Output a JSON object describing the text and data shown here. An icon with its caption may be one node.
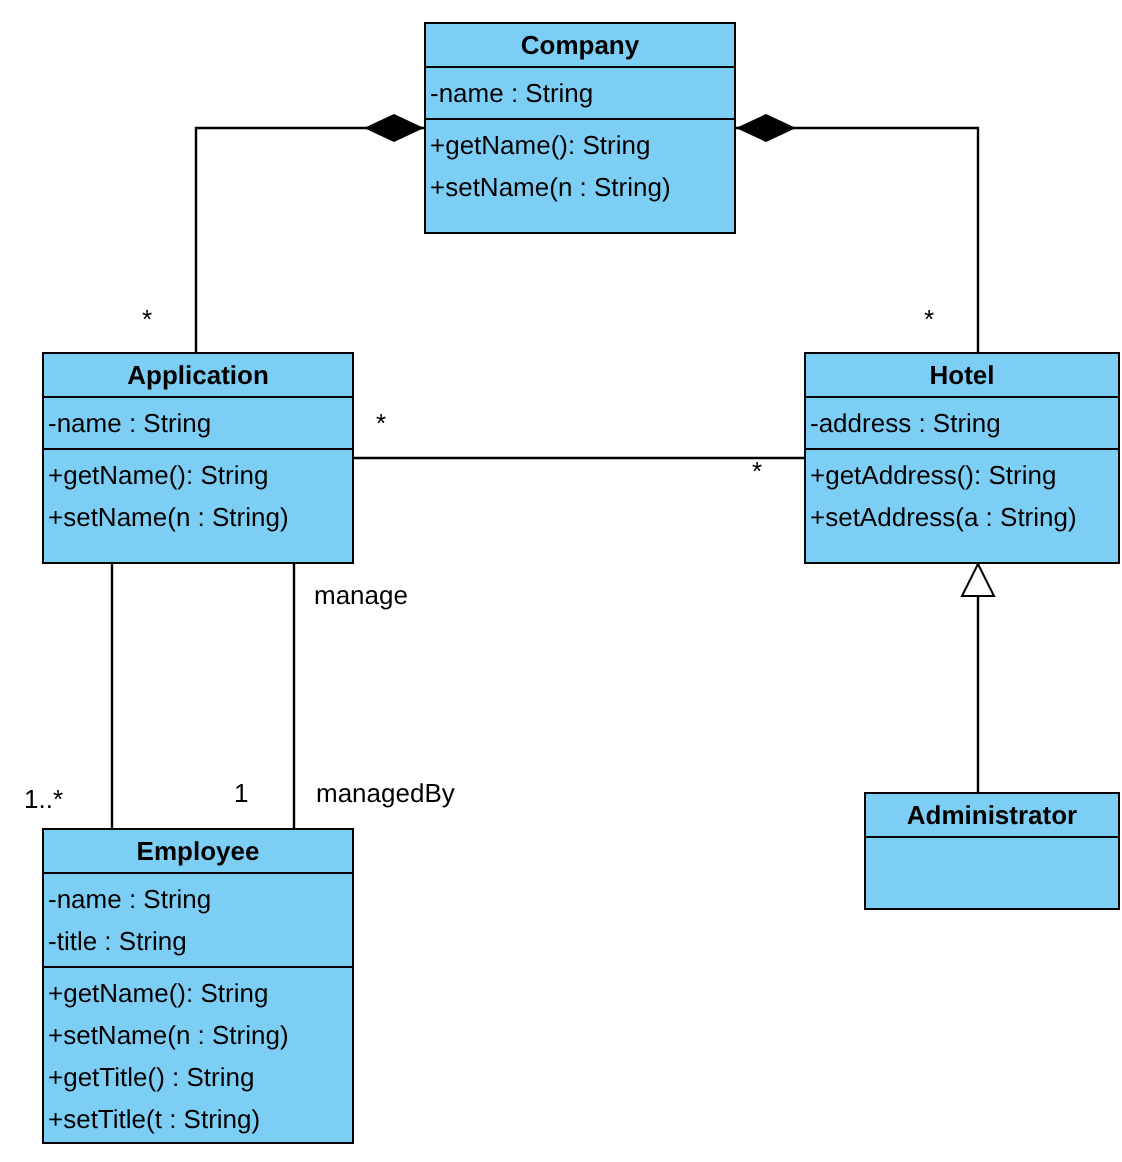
{
  "diagram": {
    "nodes": [
      {
        "text": [
          "Company"
        ]
      },
      {
        "text": [
          "-name : String"
        ],
        "in": 0
      },
      {
        "text": [
          "+getName(): String",
          "+setName(n : String)"
        ],
        "in": 0
      },
      {
        "text": [
          "Application"
        ]
      },
      {
        "text": [
          "-name : String"
        ],
        "in": 3
      },
      {
        "text": [
          "+getName(): String",
          "+setName(n : String)"
        ],
        "in": 3
      },
      {
        "text": [
          "Hotel"
        ]
      },
      {
        "text": [
          "-address : String"
        ],
        "in": 6
      },
      {
        "text": [
          "+getAddress(): String",
          "+setAddress(a : String)"
        ],
        "in": 6
      },
      {
        "text": [
          "Employee"
        ]
      },
      {
        "text": [
          "-name : String",
          "-title : String"
        ],
        "in": 9
      },
      {
        "text": [
          "+getName(): String",
          "+setName(n : String)",
          "+getTitle() : String",
          "+setTitle(t : String)"
        ],
        "in": 9
      },
      {
        "text": [
          "Administrator"
        ]
      },
      {
        "text": [],
        "shape": "box",
        "in": 12
      }
    ],
    "edges": [
      {
        "from": 0,
        "to": 3,
        "arrow": "other"
      },
      {
        "from": 0,
        "to": 6,
        "arrow": "other"
      },
      {
        "from": 3,
        "to": 6,
        "arrow": "none"
      },
      {
        "from": 3,
        "to": 9,
        "arrow": "none"
      },
      {
        "from": 3,
        "to": 9,
        "arrow": "none"
      },
      {
        "from": 12,
        "to": 6,
        "arrow": "to"
      }
    ],
    "labels": [
      "*",
      "*",
      "*",
      "*",
      "manage",
      "1..*",
      "1",
      "managedBy"
    ]
  }
}
